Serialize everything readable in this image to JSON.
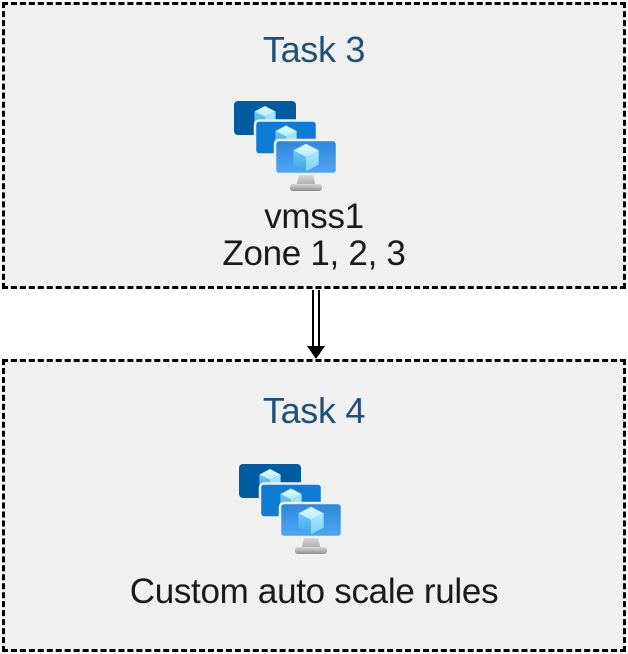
{
  "diagram": {
    "boxes": [
      {
        "title": "Task 3",
        "icon": "azure-vm-scale-sets",
        "lines": [
          "vmss1",
          "Zone 1, 2, 3"
        ]
      },
      {
        "title": "Task 4",
        "icon": "azure-vm-scale-sets",
        "lines": [
          "Custom auto scale rules"
        ]
      }
    ],
    "connector": {
      "from": "Task 3",
      "to": "Task 4",
      "style": "double-line-arrow",
      "direction": "down"
    },
    "colors": {
      "box_background": "#f0f0f0",
      "box_border": "#000000",
      "title_text": "#1f4e79",
      "body_text": "#1a1a1a",
      "monitor_back": "#005ba1",
      "monitor_middle": "#0e7bd4",
      "monitor_front_top": "#2c86dc",
      "monitor_front_bottom": "#52a7f3",
      "cube_top": "#c9f1ff",
      "cube_left": "#4badec",
      "cube_right": "#8eddf9",
      "stand_gray": "#b5b5b5"
    }
  }
}
